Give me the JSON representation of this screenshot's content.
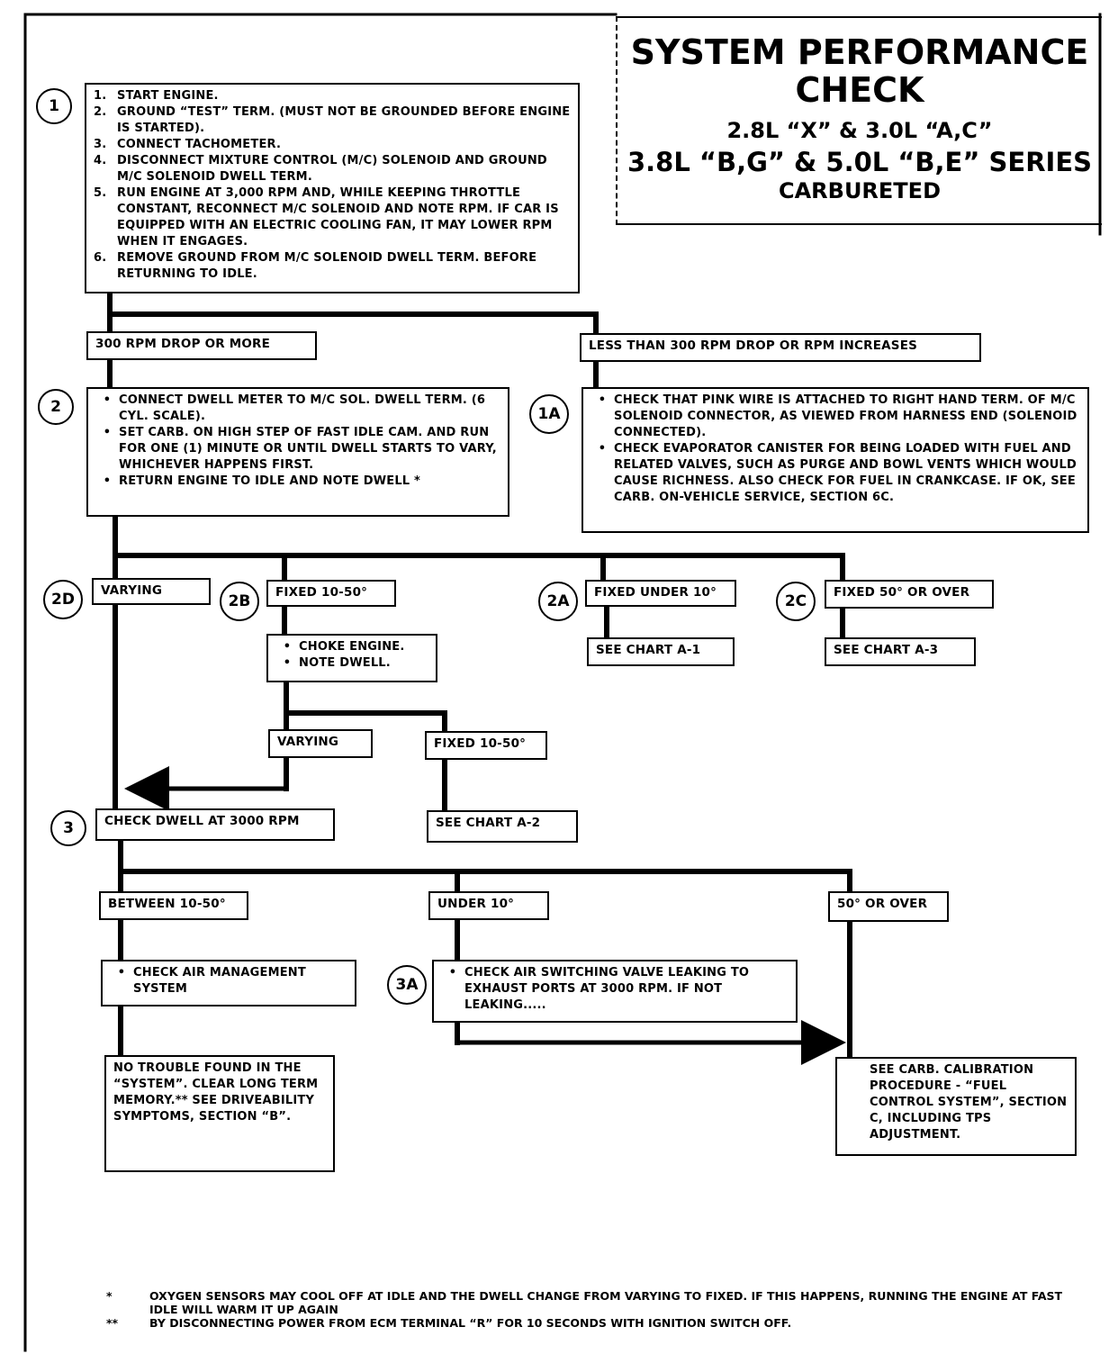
{
  "title": {
    "line1": "SYSTEM PERFORMANCE",
    "line2": "CHECK",
    "line3": "2.8L “X” & 3.0L “A,C”",
    "line4": "3.8L “B,G” & 5.0L “B,E” SERIES",
    "line5": "CARBURETED"
  },
  "steps": {
    "s1": "1",
    "s1a": "1A",
    "s2": "2",
    "s2a": "2A",
    "s2b": "2B",
    "s2c": "2C",
    "s2d": "2D",
    "s3": "3",
    "s3a": "3A"
  },
  "box1": {
    "items": [
      {
        "n": "1.",
        "text": "START ENGINE."
      },
      {
        "n": "2.",
        "text": "GROUND “TEST” TERM. (MUST NOT BE GROUNDED BEFORE ENGINE IS STARTED)."
      },
      {
        "n": "3.",
        "text": "CONNECT TACHOMETER."
      },
      {
        "n": "4.",
        "text": "DISCONNECT MIXTURE CONTROL (M/C) SOLENOID AND GROUND M/C SOLENOID DWELL TERM."
      },
      {
        "n": "5.",
        "text": "RUN ENGINE AT 3,000 RPM AND, WHILE KEEPING THROTTLE CONSTANT, RECONNECT M/C SOLENOID AND NOTE RPM. IF CAR IS EQUIPPED WITH AN ELECTRIC COOLING FAN, IT MAY LOWER RPM WHEN IT ENGAGES."
      },
      {
        "n": "6.",
        "text": "REMOVE GROUND FROM M/C SOLENOID DWELL TERM. BEFORE RETURNING TO IDLE."
      }
    ]
  },
  "labels": {
    "rpm_drop": "300 RPM DROP OR MORE",
    "rpm_less": "LESS THAN 300 RPM DROP OR RPM INCREASES",
    "varying": "VARYING",
    "fixed_10_50": "FIXED 10-50°",
    "fixed_under_10": "FIXED UNDER 10°",
    "fixed_50_over": "FIXED 50° OR OVER",
    "see_a1": "SEE CHART A-1",
    "see_a3": "SEE CHART A-3",
    "varying2": "VARYING",
    "fixed_10_50_2": "FIXED 10-50°",
    "see_a2": "SEE CHART A-2",
    "check_dwell_3000": "CHECK DWELL AT 3000 RPM",
    "between_10_50": "BETWEEN 10-50°",
    "under_10": "UNDER 10°",
    "over_50": "50° OR OVER"
  },
  "box2": {
    "bullet": "•",
    "items": [
      "CONNECT DWELL METER TO M/C SOL. DWELL TERM. (6 CYL. SCALE).",
      "SET CARB. ON HIGH STEP OF FAST IDLE CAM. AND RUN FOR ONE (1) MINUTE OR UNTIL DWELL STARTS TO VARY, WHICHEVER HAPPENS FIRST.",
      "RETURN ENGINE TO IDLE AND NOTE DWELL *"
    ]
  },
  "box1a": {
    "bullet": "•",
    "items": [
      "CHECK THAT PINK WIRE IS ATTACHED TO RIGHT HAND TERM. OF M/C SOLENOID CONNECTOR, AS VIEWED FROM HARNESS END (SOLENOID CONNECTED).",
      "CHECK EVAPORATOR CANISTER FOR BEING LOADED WITH FUEL AND RELATED VALVES, SUCH AS PURGE AND BOWL VENTS WHICH WOULD CAUSE RICHNESS. ALSO CHECK FOR FUEL IN CRANKCASE. IF OK, SEE CARB. ON-VEHICLE SERVICE, SECTION 6C."
    ]
  },
  "box2b": {
    "bullet": "•",
    "items": [
      "CHOKE ENGINE.",
      "NOTE DWELL."
    ]
  },
  "box_air": {
    "bullet": "•",
    "items": [
      "CHECK AIR MANAGEMENT SYSTEM"
    ]
  },
  "box3a": {
    "bullet": "•",
    "items": [
      "CHECK AIR SWITCHING VALVE LEAKING TO EXHAUST PORTS AT 3000 RPM.    IF NOT LEAKING....."
    ]
  },
  "box_ntf": {
    "text": "NO TROUBLE FOUND IN THE “SYSTEM”. CLEAR LONG TERM MEMORY.** SEE DRIVEABILITY SYMPTOMS, SECTION “B”."
  },
  "box_calib": {
    "text": "SEE CARB. CALIBRATION PROCEDURE - “FUEL CONTROL SYSTEM”, SECTION C, INCLUDING TPS ADJUSTMENT."
  },
  "footnotes": [
    {
      "mark": "*",
      "text": "OXYGEN SENSORS MAY COOL OFF AT IDLE AND THE DWELL CHANGE FROM VARYING TO FIXED. IF THIS HAPPENS, RUNNING THE ENGINE AT FAST IDLE WILL WARM IT UP AGAIN"
    },
    {
      "mark": "**",
      "text": "BY DISCONNECTING POWER FROM ECM TERMINAL “R” FOR 10 SECONDS WITH IGNITION SWITCH OFF."
    }
  ]
}
